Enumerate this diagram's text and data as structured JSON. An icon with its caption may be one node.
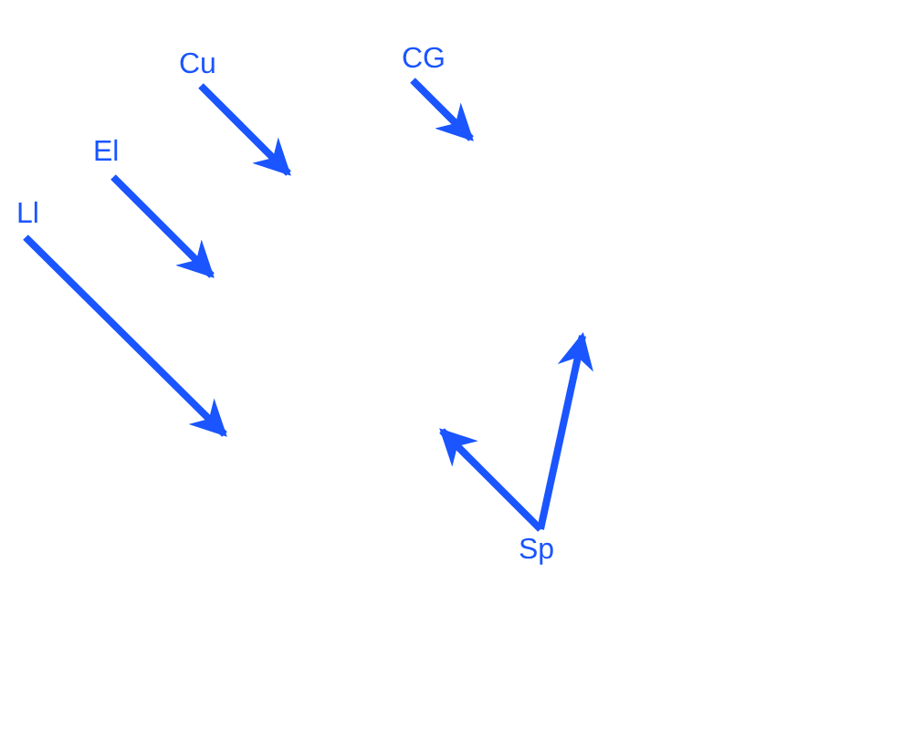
{
  "diagram": {
    "nodes": [
      {
        "text": [
          "Cu"
        ]
      },
      {
        "text": [
          "CG"
        ]
      },
      {
        "text": [
          "El"
        ]
      },
      {
        "text": [
          "Ll"
        ]
      },
      {
        "text": [
          "Sp"
        ]
      }
    ],
    "edges": [
      {
        "from": 0,
        "to": null,
        "arrow": "to"
      },
      {
        "from": 1,
        "to": null,
        "arrow": "to"
      },
      {
        "from": 2,
        "to": null,
        "arrow": "to"
      },
      {
        "from": 3,
        "to": null,
        "arrow": "to"
      },
      {
        "from": 4,
        "to": null,
        "arrow": "to"
      },
      {
        "from": 4,
        "to": null,
        "arrow": "to"
      }
    ]
  }
}
